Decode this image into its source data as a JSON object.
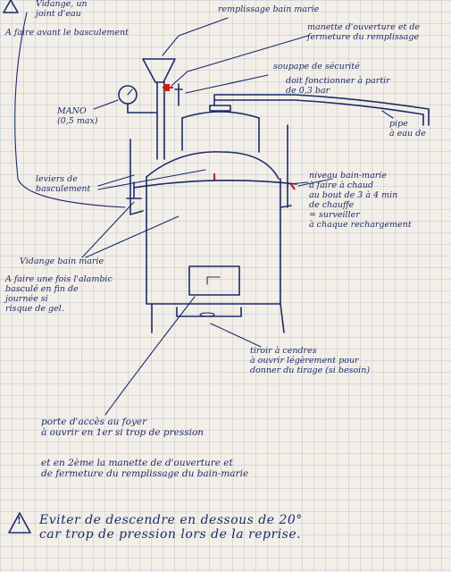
{
  "notes": {
    "vidange_joint": "Vidange, un\njoint d'eau",
    "a_faire_bascul": "A faire avant le basculement",
    "remplissage": "remplissage bain marie",
    "manette": "manette d'ouverture et de\nfermeture du remplissage",
    "soupape": "soupape de sécurité",
    "soupape_detail": "doit fonctionner à partir\nde 0,3 bar",
    "pipe": "pipe\nà eau de",
    "mano": "MANO\n(0,5 max)",
    "leviers": "leviers de\nbasculement",
    "niveau": "niveau bain-marie\nà faire à chaud\nau bout de 3 à 4 min\nde chauffe\n= surveiller\nà chaque rechargement",
    "vidange_bain": "Vidange bain marie",
    "a_faire_fin": "A faire une fois l'alambic\nbasculé en fin de\njournée si\nrisque de gel.",
    "tiroir": "tiroir à cendres\nà ouvrir légèrement pour\ndonner du tirage (si besoin)",
    "porte": "porte d'accès au foyer\nà ouvrir en 1er si trop de pression",
    "porte_detail": "et en 2ème la manette de d'ouverture et\nde fermeture du remplissage du bain-marie",
    "warning_symbol": "!",
    "warning": "Eviter de descendre en dessous de 20°\ncar trop de pression lors de la reprise."
  },
  "colors": {
    "ink": "#1c2b6b",
    "accent": "#d01a1a",
    "paper": "#f3efe8"
  },
  "icons": {
    "pressure_gauge": "gauge-icon",
    "warning_triangle": "warning-triangle-icon",
    "still": "alembic-drawing"
  }
}
